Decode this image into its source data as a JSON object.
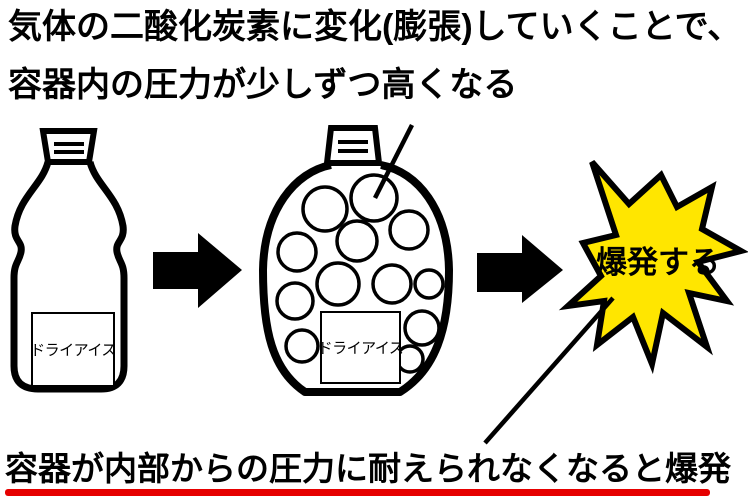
{
  "diagram": {
    "title_line1": "気体の二酸化炭素に変化(膨張)していくことで、",
    "title_line2": "容器内の圧力が少しずつ高くなる",
    "bottom_caption": "容器が内部からの圧力に耐えられなくなると爆発",
    "bottle_initial_label": "ドライアイス",
    "bottle_expanded_label": "ドライアイス",
    "explosion_label": "爆発する",
    "colors": {
      "line_art": "#000000",
      "background": "#ffffff",
      "explosion_fill": "#ffe600",
      "underline_red": "#e60000"
    }
  }
}
